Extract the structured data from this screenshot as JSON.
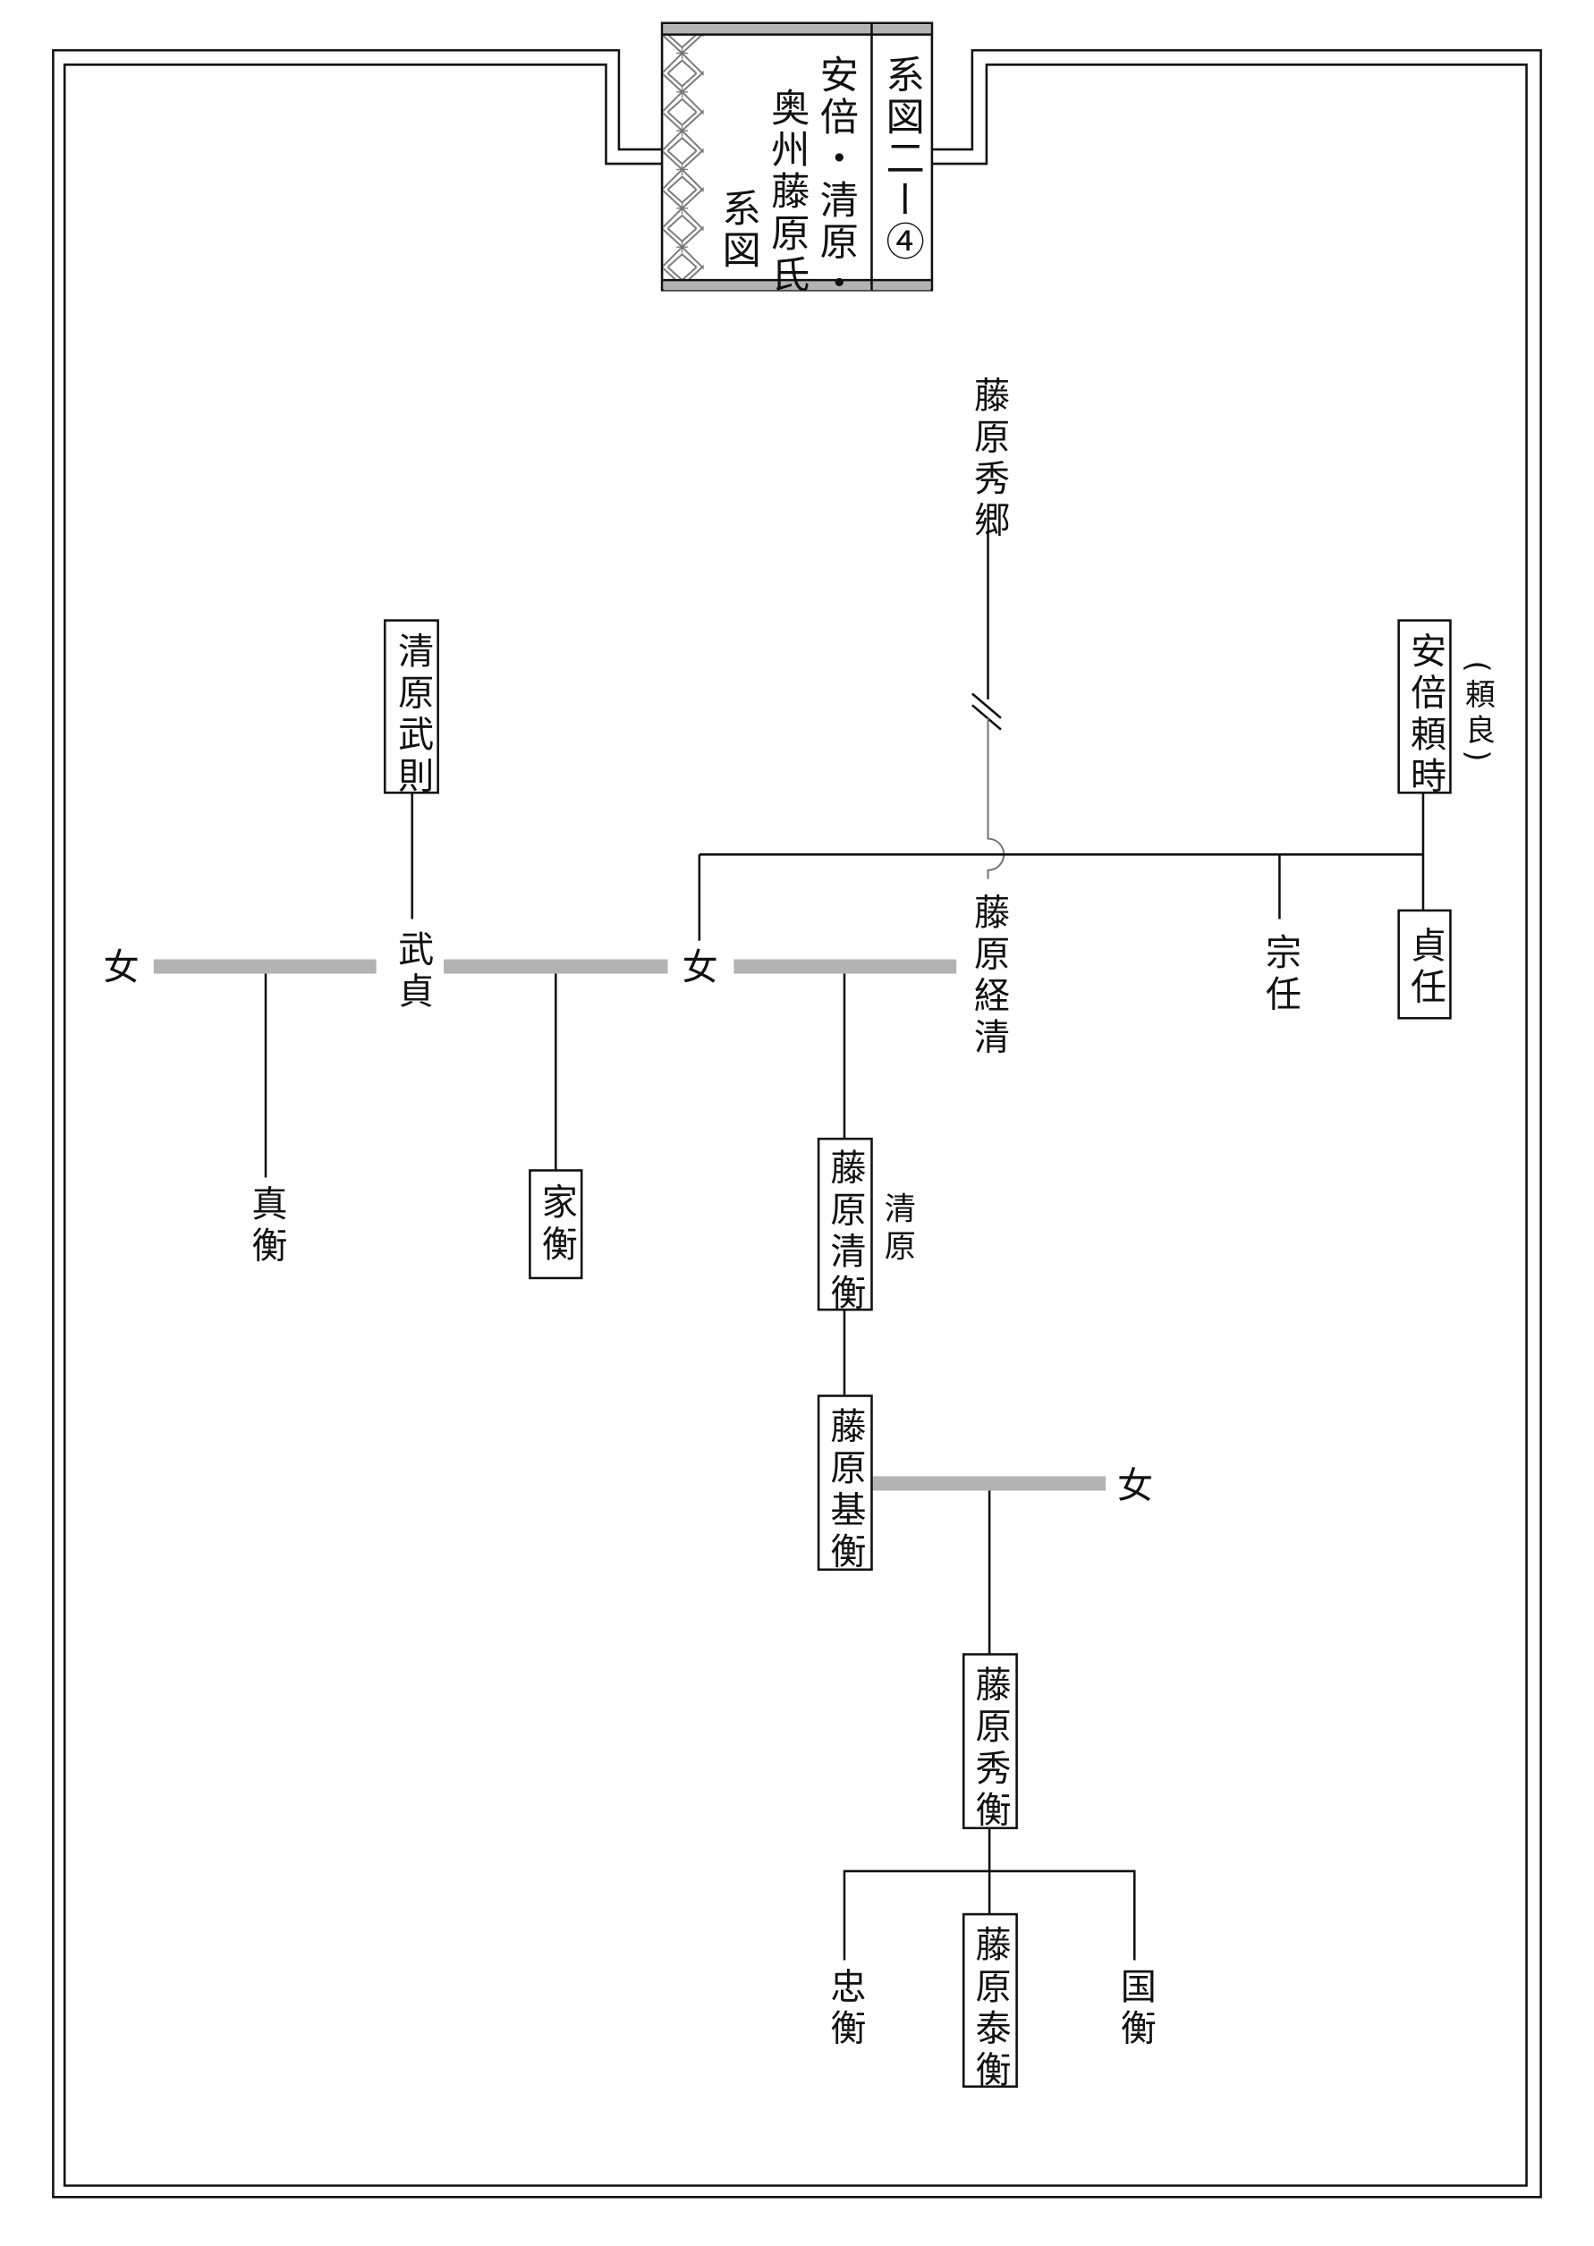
{
  "title": {
    "series_label": "系図二ー④",
    "line1": "安倍・清原・",
    "line2": "奥州藤原氏",
    "line3": "系図"
  },
  "persons": {
    "fujiwara_hidesato": "藤原秀郷",
    "fujiwara_tsunekiyo": "藤原経清",
    "abe_yoritoki": "安倍頼時",
    "abe_yoritoki_alias": "(頼良)",
    "muneto": "宗任",
    "sadato": "貞任",
    "kiyohara_takenori": "清原武則",
    "takesada": "武貞",
    "woman_left": "女",
    "woman_center": "女",
    "woman_right": "女",
    "sanehira": "真衡",
    "iehira": "家衡",
    "fujiwara_kiyohira": "藤原清衡",
    "kiyohira_former_name": "清原",
    "fujiwara_motohira": "藤原基衡",
    "fujiwara_hidehira": "藤原秀衡",
    "tadahira": "忠衡",
    "fujiwara_yasuhira": "藤原泰衡",
    "kunihira": "国衡"
  },
  "colors": {
    "line": "#111111",
    "marriage_bar": "#b3b3b3"
  }
}
